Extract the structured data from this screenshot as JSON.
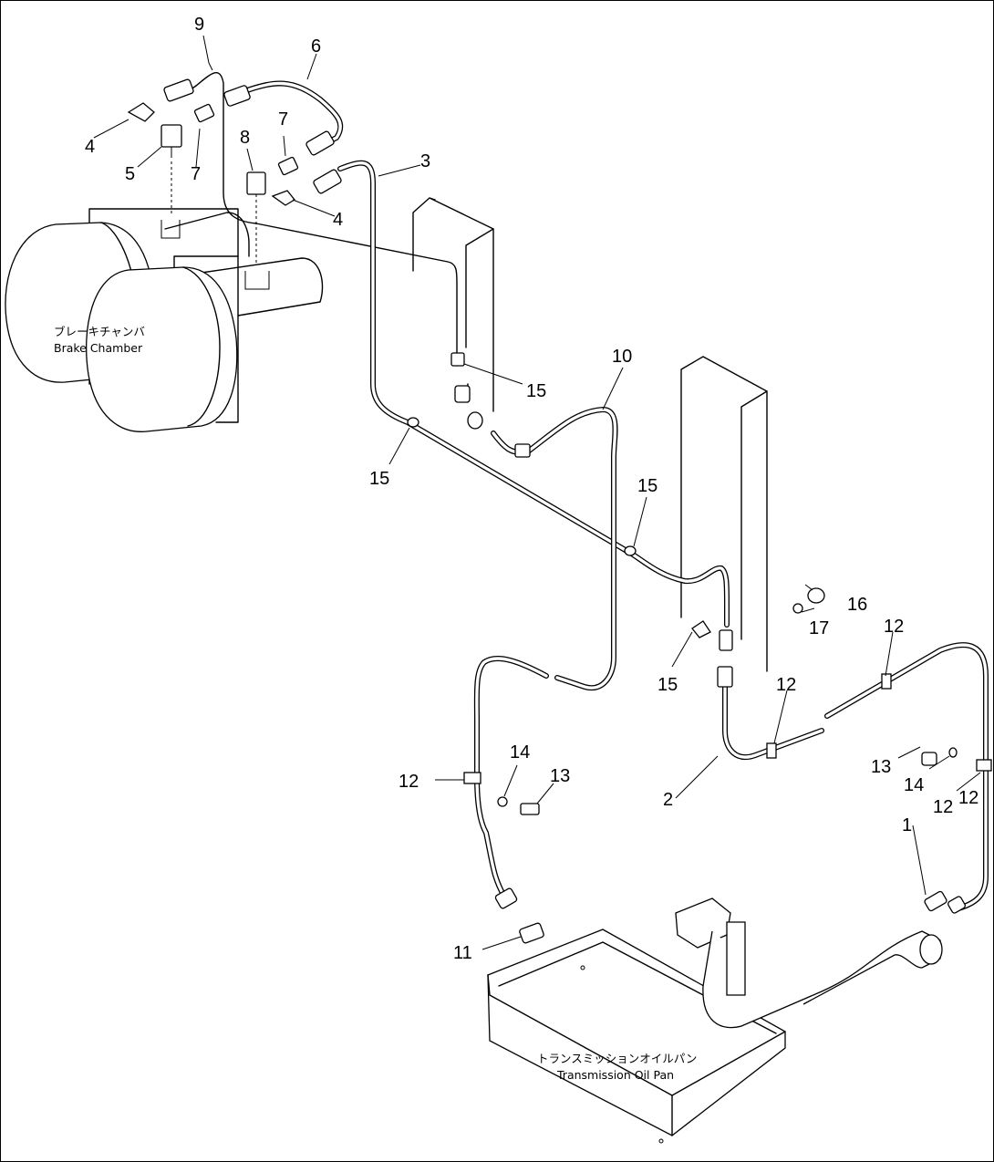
{
  "labels": {
    "brake_chamber_jp": "ブレーキチャンバ",
    "brake_chamber_en": "Brake Chamber",
    "trans_pan_jp": "トランスミッションオイルパン",
    "trans_pan_en": "Transmission Oil Pan"
  },
  "callouts": [
    "1",
    "2",
    "3",
    "4",
    "4",
    "5",
    "6",
    "7",
    "7",
    "8",
    "9",
    "10",
    "11",
    "12",
    "12",
    "12",
    "12",
    "12",
    "13",
    "13",
    "14",
    "14",
    "15",
    "15",
    "15",
    "15",
    "16",
    "17"
  ]
}
